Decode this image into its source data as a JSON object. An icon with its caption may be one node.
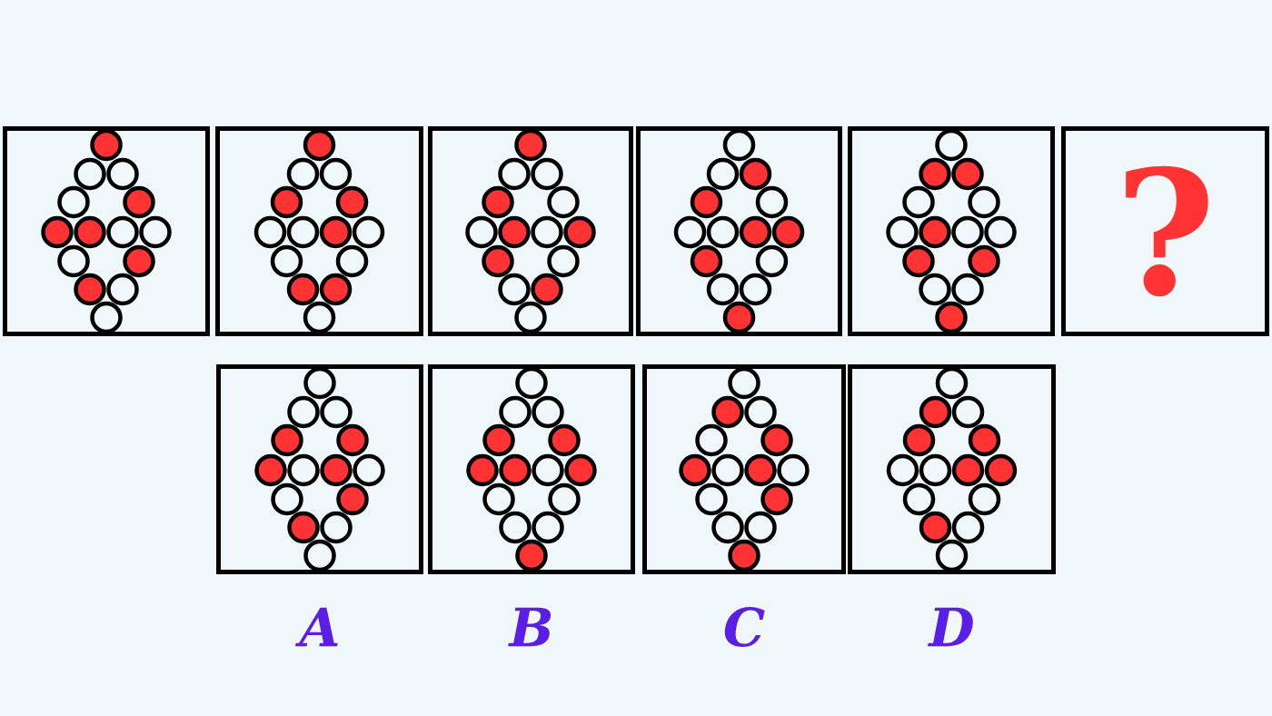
{
  "diagram": {
    "nodes": [
      {
        "text": [],
        "shape": "box"
      },
      {
        "text": [],
        "shape": "box"
      },
      {
        "text": [],
        "shape": "box"
      },
      {
        "text": [],
        "shape": "box"
      },
      {
        "text": [],
        "shape": "box"
      },
      {
        "text": [
          "?"
        ]
      },
      {
        "text": [],
        "shape": "box",
        "beside": [
          "A"
        ]
      },
      {
        "text": [],
        "shape": "box",
        "beside": [
          "B"
        ]
      },
      {
        "text": [],
        "shape": "box",
        "beside": [
          "C"
        ]
      },
      {
        "text": [],
        "shape": "box",
        "beside": [
          "D"
        ]
      }
    ],
    "edges": []
  }
}
